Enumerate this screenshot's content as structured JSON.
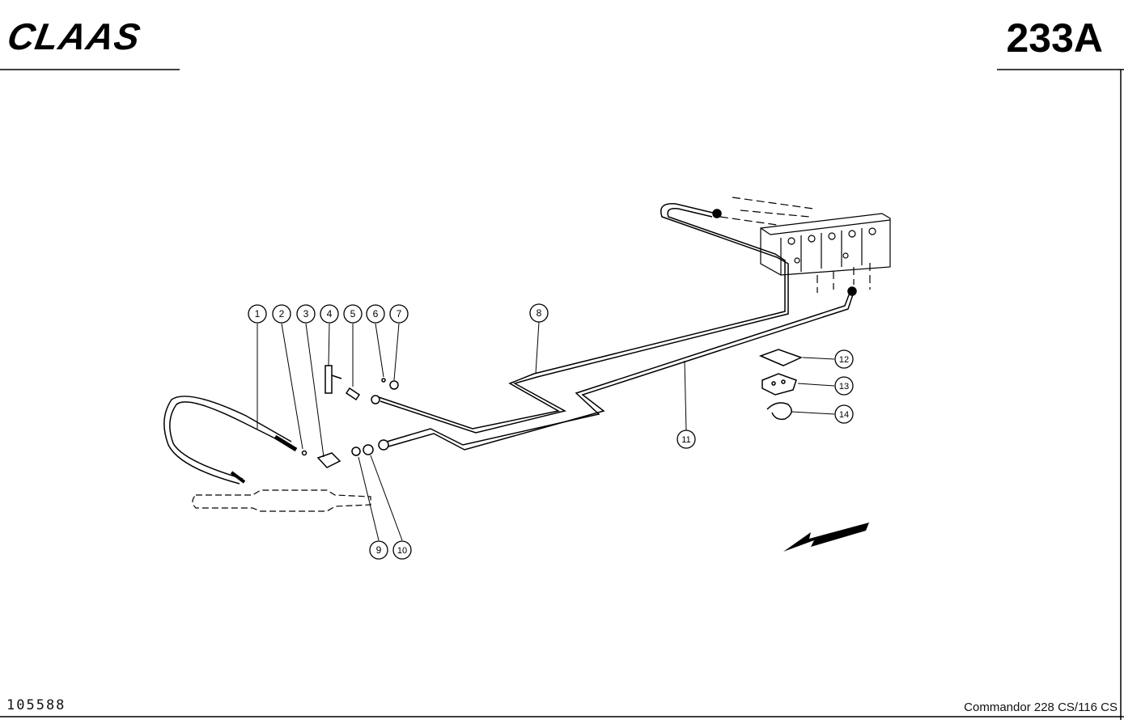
{
  "header": {
    "logo": "CLAAS",
    "sheet_number": "233A"
  },
  "footer": {
    "document_number": "105588",
    "model": "Commandor 228 CS/116 CS"
  },
  "callouts": [
    "1",
    "2",
    "3",
    "4",
    "5",
    "6",
    "7",
    "8",
    "9",
    "10",
    "11",
    "12",
    "13",
    "14"
  ]
}
